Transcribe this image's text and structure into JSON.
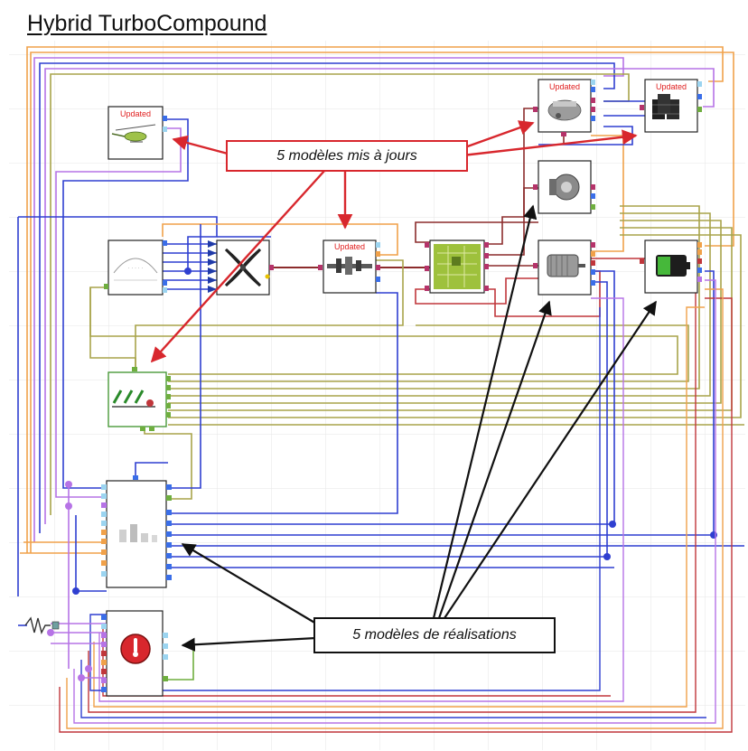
{
  "header": {
    "title": "Hybrid TurboCompound"
  },
  "callouts": {
    "updated_models": "5 modèles mis à jours",
    "realization_models": "5 modèles de réalisations"
  },
  "blocks": {
    "updated_badge": "Updated",
    "helicopter": "Updated",
    "gearbox": "Updated",
    "engine": "Updated",
    "fuel": "Updated"
  },
  "colors": {
    "wire_blue": "#2f3fd0",
    "wire_orange": "#f0a14a",
    "wire_purple": "#b673e6",
    "wire_olive": "#a8a44a",
    "wire_red": "#c0363b",
    "wire_green": "#6fae3f",
    "wire_dark_red": "#8c2c2c",
    "callout_red": "#d8272d",
    "callout_black": "#111111",
    "grid": "#e6e6e6"
  }
}
